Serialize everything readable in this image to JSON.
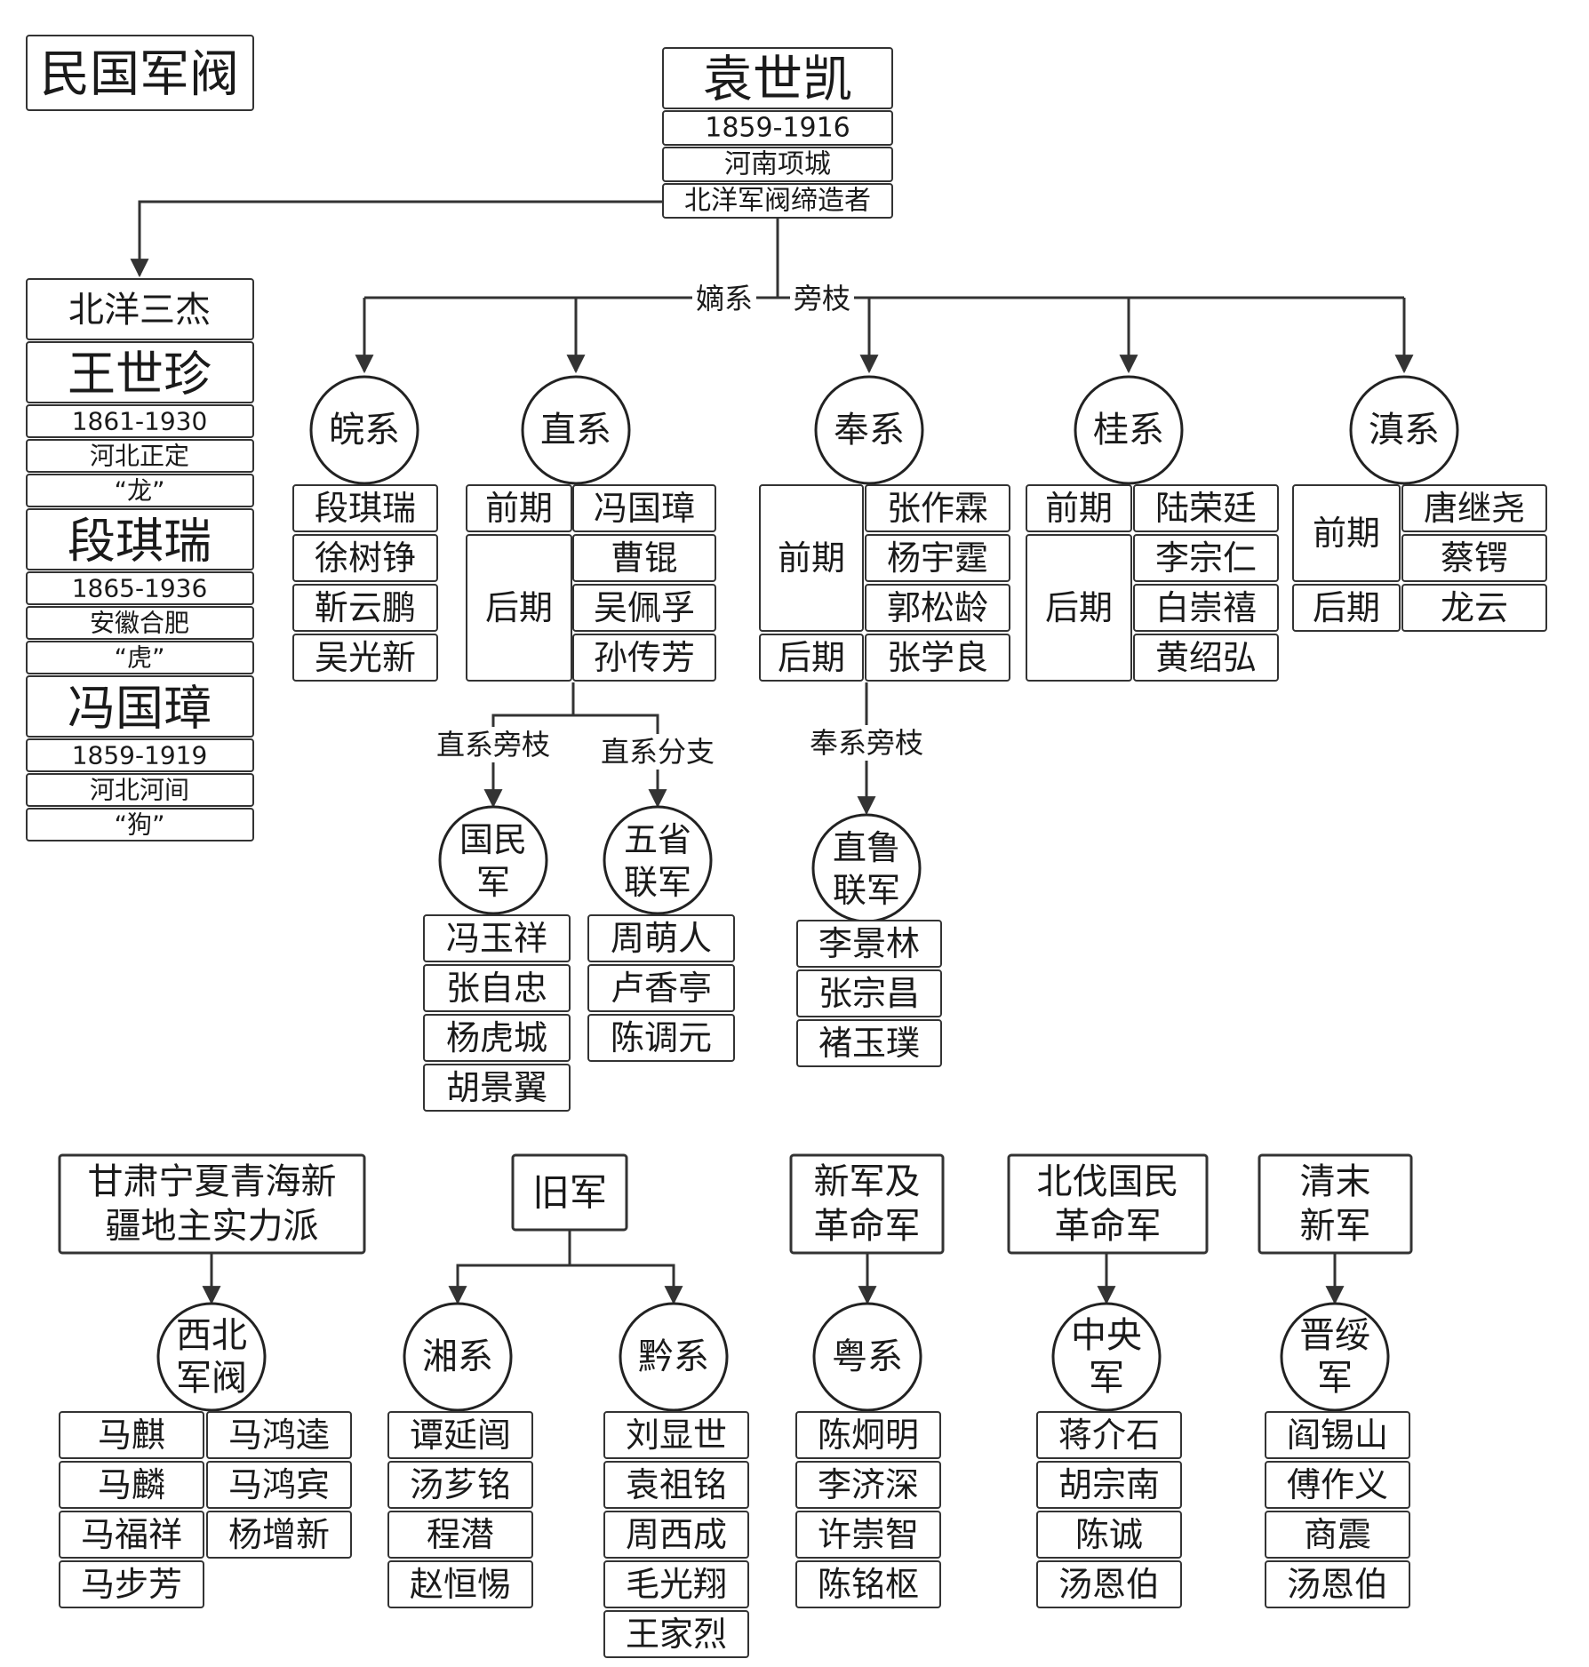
{
  "title": "民国军阀",
  "root": {
    "name": "袁世凯",
    "years": "1859-1916",
    "place": "河南项城",
    "role": "北洋军阀缔造者"
  },
  "edge_labels": {
    "main": "嫡系",
    "side": "旁枝",
    "zhi_side": "直系旁枝",
    "zhi_branch": "直系分支",
    "feng_side": "奉系旁枝"
  },
  "beiyang_sanjie": {
    "heading": "北洋三杰",
    "members": [
      {
        "name": "王世珍",
        "years": "1861-1930",
        "place": "河北正定",
        "nick": "“龙”"
      },
      {
        "name": "段琪瑞",
        "years": "1865-1936",
        "place": "安徽合肥",
        "nick": "“虎”"
      },
      {
        "name": "冯国璋",
        "years": "1859-1919",
        "place": "河北河间",
        "nick": "“狗”"
      }
    ]
  },
  "factions": {
    "wan": {
      "name": "皖系",
      "members": [
        "段琪瑞",
        "徐树铮",
        "靳云鹏",
        "吴光新"
      ]
    },
    "zhi": {
      "name": "直系",
      "early_label": "前期",
      "late_label": "后期",
      "early": [
        "冯国璋"
      ],
      "late": [
        "曹锟",
        "吴佩孚",
        "孙传芳"
      ]
    },
    "feng": {
      "name": "奉系",
      "early_label": "前期",
      "late_label": "后期",
      "early": [
        "张作霖",
        "杨宇霆",
        "郭松龄"
      ],
      "late": [
        "张学良"
      ]
    },
    "gui": {
      "name": "桂系",
      "early_label": "前期",
      "late_label": "后期",
      "early": [
        "陆荣廷"
      ],
      "late": [
        "李宗仁",
        "白崇禧",
        "黄绍弘"
      ]
    },
    "dian": {
      "name": "滇系",
      "early_label": "前期",
      "late_label": "后期",
      "early": [
        "唐继尧",
        "蔡锷"
      ],
      "late": [
        "龙云"
      ]
    }
  },
  "sub_factions": {
    "guominjun": {
      "name_line1": "国民",
      "name_line2": "军",
      "members": [
        "冯玉祥",
        "张自忠",
        "杨虎城",
        "胡景翼"
      ]
    },
    "wusheng": {
      "name_line1": "五省",
      "name_line2": "联军",
      "members": [
        "周萌人",
        "卢香亭",
        "陈调元"
      ]
    },
    "zhilu": {
      "name_line1": "直鲁",
      "name_line2": "联军",
      "members": [
        "李景林",
        "张宗昌",
        "褚玉璞"
      ]
    }
  },
  "bottom_groups": {
    "northwest": {
      "header_line1": "甘肃宁夏青海新",
      "header_line2": "疆地主实力派",
      "node_line1": "西北",
      "node_line2": "军阀",
      "members": [
        "马麒",
        "马鸿逵",
        "马麟",
        "马鸿宾",
        "马福祥",
        "杨增新",
        "马步芳"
      ]
    },
    "old_army": {
      "header": "旧军",
      "xiang": {
        "name": "湘系",
        "members": [
          "谭延闿",
          "汤芗铭",
          "程潜",
          "赵恒惕"
        ]
      },
      "qian": {
        "name": "黔系",
        "members": [
          "刘显世",
          "袁祖铭",
          "周西成",
          "毛光翔",
          "王家烈"
        ]
      }
    },
    "new_army": {
      "header_line1": "新军及",
      "header_line2": "革命军",
      "node": "粤系",
      "members": [
        "陈炯明",
        "李济深",
        "许崇智",
        "陈铭枢"
      ]
    },
    "northern": {
      "header_line1": "北伐国民",
      "header_line2": "革命军",
      "node_line1": "中央",
      "node_line2": "军",
      "members": [
        "蒋介石",
        "胡宗南",
        "陈诚",
        "汤恩伯"
      ]
    },
    "qing": {
      "header_line1": "清末",
      "header_line2": "新军",
      "node_line1": "晋绥",
      "node_line2": "军",
      "members": [
        "阎锡山",
        "傅作义",
        "商震",
        "汤恩伯"
      ]
    }
  }
}
